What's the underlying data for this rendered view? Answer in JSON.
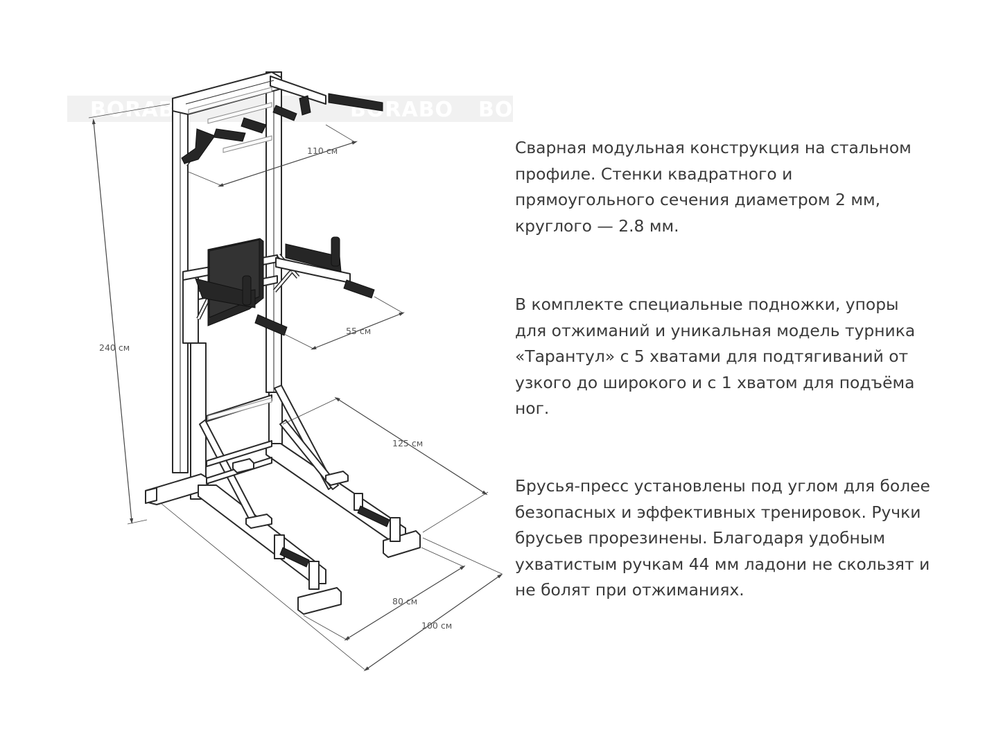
{
  "watermark": {
    "words": [
      "BORABO",
      "BORABO",
      "BORABO"
    ]
  },
  "dimensions": {
    "top_width": "110 см",
    "dip_length": "55 см",
    "height": "240 см",
    "depth": "125 см",
    "inner_width": "80 см",
    "outer_width": "100 см"
  },
  "descriptions": [
    "Сварная модульная конструкция на стальном профиле. Стенки квадратного и прямоугольного сечения диаметром 2 мм, круглого — 2.8 мм.",
    "В комплекте специальные подножки, упоры для отжиманий и уникальная модель турника «Тарантул» с 5 хватами для подтягиваний от узкого до широкого и с 1 хватом для подъёма ног.",
    "Брусья-пресс установлены под углом для более безопасных и эффективных тренировок. Ручки брусьев прорезинены. Благодаря удобным ухватистым ручкам 44 мм ладони не скользят и не болят при отжиманиях."
  ],
  "colors": {
    "frame_outline": "#2a2a2a",
    "frame_fill": "#ffffff",
    "pad": "#262626",
    "dimension_line": "#444444",
    "watermark_band": "#f1f1f1",
    "text": "#3a3a3a"
  }
}
